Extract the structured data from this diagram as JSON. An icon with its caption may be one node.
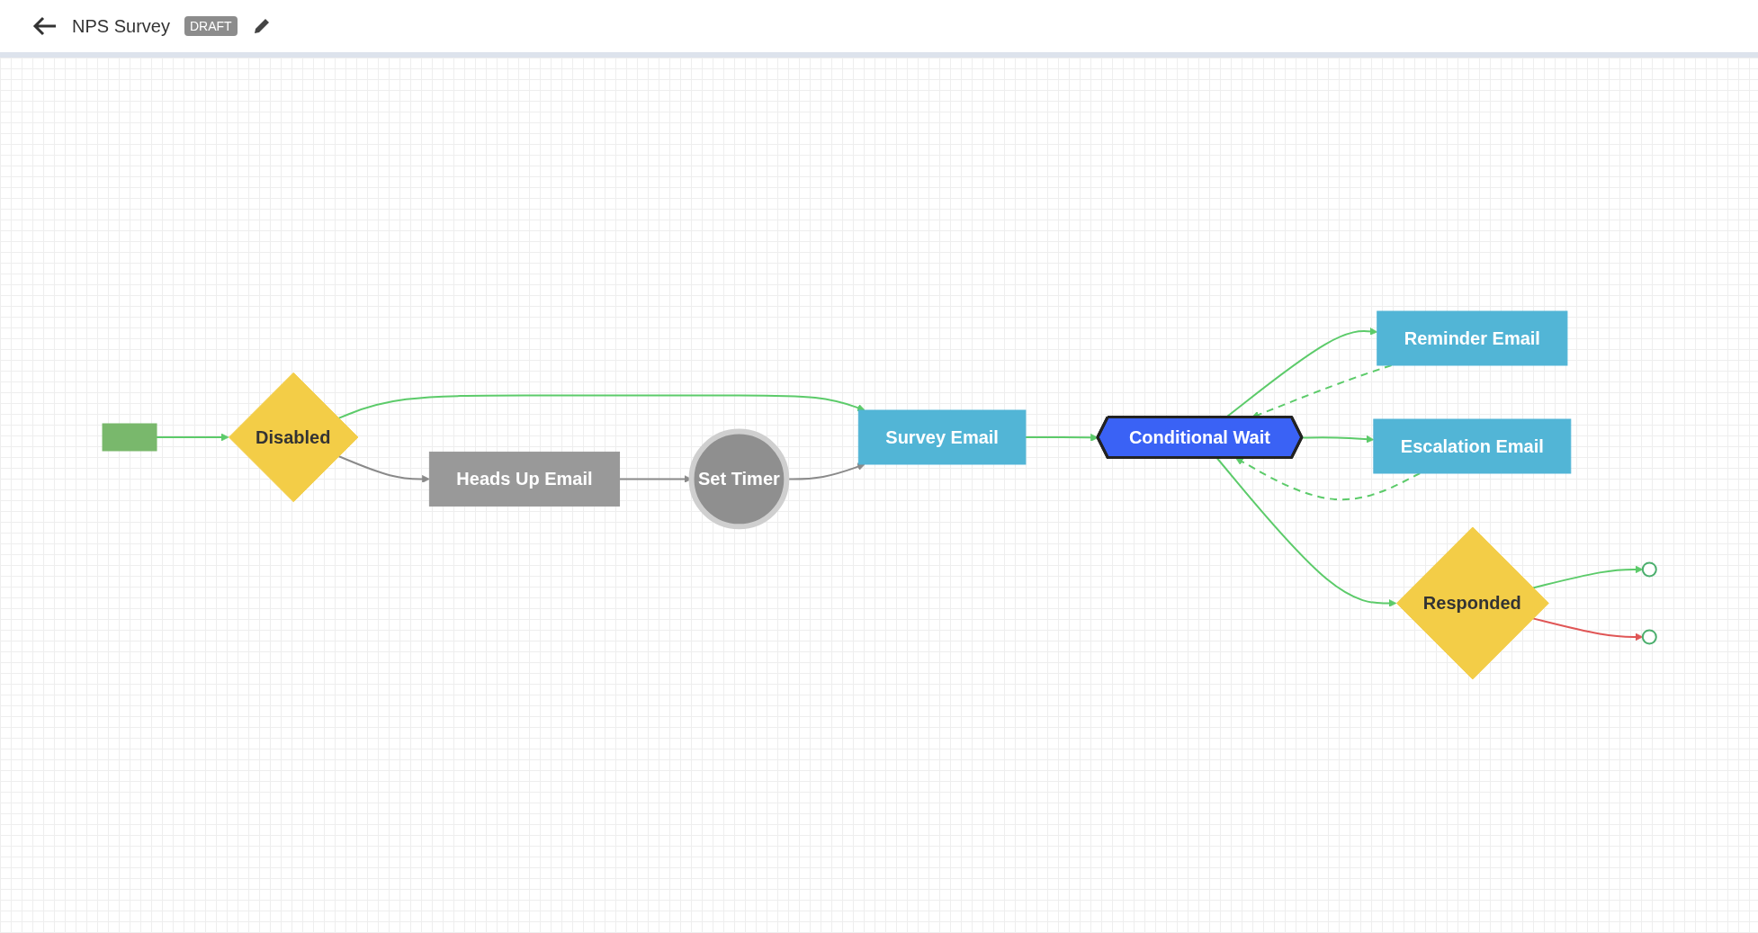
{
  "diagram": {
    "title": "NPS Survey",
    "nodes": [
      {
        "text": [],
        "shape": "box"
      },
      {
        "text": [
          "Disabled"
        ]
      },
      {
        "text": [
          "Survey Email"
        ]
      },
      {
        "text": [
          "Heads Up Email"
        ]
      },
      {
        "text": [
          "Set Timer"
        ]
      },
      {
        "text": [
          "Conditional Wait"
        ]
      },
      {
        "text": [
          "Reminder Email"
        ]
      },
      {
        "text": [
          "Escalation Email"
        ]
      },
      {
        "text": [
          "Responded"
        ]
      },
      {
        "text": [],
        "shape": "circle"
      },
      {
        "text": [],
        "shape": "circle"
      }
    ],
    "edges": [
      {
        "from": 0,
        "to": 1,
        "arrow": "to"
      },
      {
        "from": 1,
        "to": 2,
        "arrow": "to"
      },
      {
        "from": 1,
        "to": 3,
        "arrow": "to",
        "color": "#8a8a8a"
      },
      {
        "from": 3,
        "to": 4,
        "arrow": "to",
        "color": "#8a8a8a"
      },
      {
        "from": 4,
        "to": 2,
        "arrow": "to",
        "color": "#8a8a8a"
      },
      {
        "from": 2,
        "to": 5,
        "arrow": "to"
      },
      {
        "from": 5,
        "to": 6,
        "arrow": "to"
      },
      {
        "from": 6,
        "to": 5,
        "arrow": "to",
        "style": "dashed"
      },
      {
        "from": 5,
        "to": 7,
        "arrow": "to"
      },
      {
        "from": 7,
        "to": 5,
        "arrow": "to",
        "style": "dashed"
      },
      {
        "from": 5,
        "to": 8,
        "arrow": "to"
      },
      {
        "from": 8,
        "to": 9,
        "arrow": "to"
      },
      {
        "from": 8,
        "to": 10,
        "arrow": "to",
        "color": "#e05656"
      }
    ],
    "labels": [
      "DRAFT"
    ]
  }
}
